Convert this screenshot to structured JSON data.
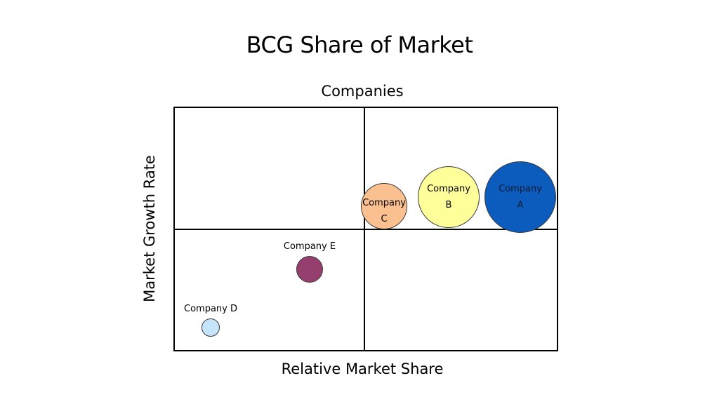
{
  "title": "BCG Share of Market",
  "top_label": "Companies",
  "x_axis_label": "Relative Market Share",
  "y_axis_label": "Market Growth Rate",
  "colors": {
    "company_a": "#0b5cbd",
    "company_b": "#ffff99",
    "company_c": "#fac090",
    "company_d": "#c6e5fb",
    "company_e": "#953f6e",
    "grid": "#000000"
  },
  "bubbles": [
    {
      "name": "Company A",
      "label": "Company\nA",
      "cx": 741,
      "cy": 281,
      "r": 51,
      "color": "#0b5cbd",
      "label_position": "inside-top"
    },
    {
      "name": "Company B",
      "label": "Company\nB",
      "cx": 639,
      "cy": 281,
      "r": 44,
      "color": "#ffff99",
      "label_position": "inside"
    },
    {
      "name": "Company C",
      "label": "Company\nC",
      "cx": 547,
      "cy": 294,
      "r": 33,
      "color": "#fac090",
      "label_position": "inside"
    },
    {
      "name": "Company E",
      "label": "Company E",
      "cx": 441,
      "cy": 384,
      "r": 19,
      "color": "#953f6e",
      "label_position": "above"
    },
    {
      "name": "Company D",
      "label": "Company D",
      "cx": 300,
      "cy": 467,
      "r": 13,
      "color": "#c6e5fb",
      "label_position": "above"
    }
  ],
  "chart_data": {
    "type": "scatter",
    "subtype": "bubble / BCG quadrant matrix",
    "title": "BCG Share of Market",
    "subtitle": "Companies",
    "xlabel": "Relative Market Share",
    "ylabel": "Market Growth Rate",
    "axis_ticks": "none",
    "quadrants": {
      "columns": 2,
      "rows": 2,
      "dividers": "midpoints"
    },
    "grid": false,
    "legend": "none (direct labels)",
    "xlim": [
      0,
      1
    ],
    "ylim": [
      0,
      1
    ],
    "series": [
      {
        "name": "Company A",
        "x": 0.91,
        "y": 0.63,
        "size": 51,
        "color": "#0b5cbd"
      },
      {
        "name": "Company B",
        "x": 0.72,
        "y": 0.63,
        "size": 44,
        "color": "#ffff99"
      },
      {
        "name": "Company C",
        "x": 0.55,
        "y": 0.59,
        "size": 33,
        "color": "#fac090"
      },
      {
        "name": "Company E",
        "x": 0.35,
        "y": 0.33,
        "size": 19,
        "color": "#953f6e"
      },
      {
        "name": "Company D",
        "x": 0.09,
        "y": 0.1,
        "size": 13,
        "color": "#c6e5fb"
      }
    ]
  }
}
